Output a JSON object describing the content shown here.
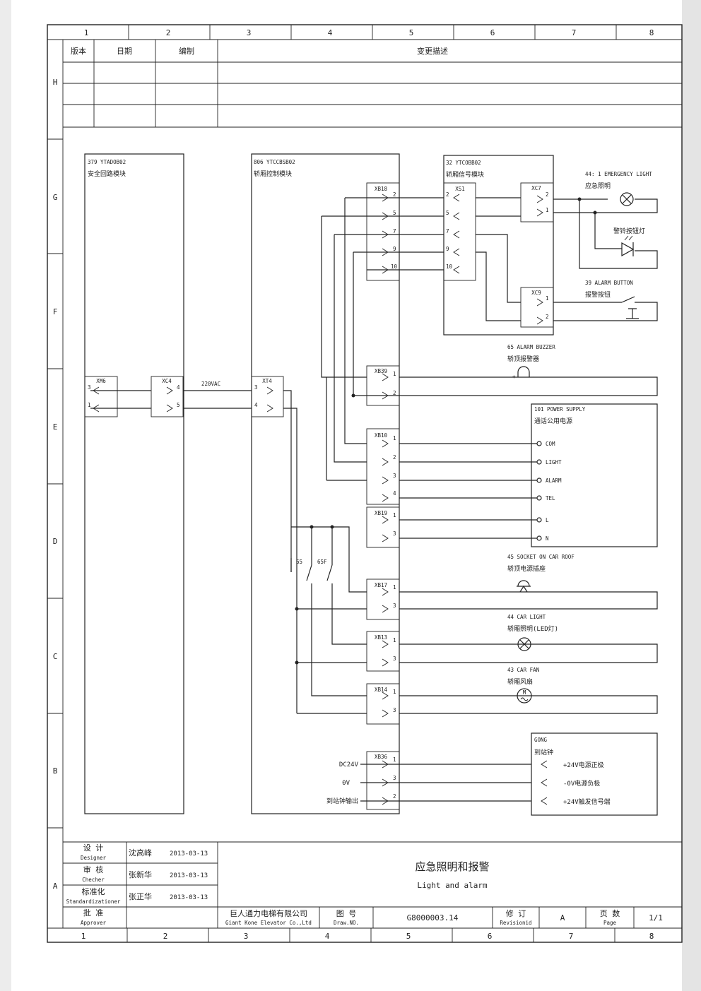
{
  "top_columns": [
    "1",
    "2",
    "3",
    "4",
    "5",
    "6",
    "7",
    "8"
  ],
  "bottom_columns": [
    "1",
    "2",
    "3",
    "4",
    "5",
    "6",
    "7",
    "8"
  ],
  "rows": [
    "H",
    "G",
    "F",
    "E",
    "D",
    "C",
    "B",
    "A"
  ],
  "revision_table": {
    "headers": {
      "version": "版本",
      "date": "日期",
      "author": "编制",
      "description": "变更描述"
    }
  },
  "modules": {
    "safety": {
      "id": "379 YTADOB02",
      "name": "安全回路模块"
    },
    "car_control": {
      "id": "806 YTCCBSB02",
      "name": "轿厢控制模块"
    },
    "car_signal": {
      "id": "32 YTCOBB02",
      "name": "轿厢信号模块"
    }
  },
  "connectors": {
    "xm6": "XM6",
    "xc4": "XC4",
    "xt4": "XT4",
    "xb18": "XB18",
    "xs1": "XS1",
    "xc7": "XC7",
    "xc9": "XC9",
    "xb39": "XB39",
    "xb10": "XB10",
    "xb19": "XB19",
    "xb17": "XB17",
    "xb13": "XB13",
    "xb14": "XB14",
    "xb36": "XB36"
  },
  "pins": {
    "xm6": [
      "3",
      "1"
    ],
    "xc4": [
      "4",
      "5"
    ],
    "xt4": [
      "3",
      "4"
    ],
    "xb18": [
      "2",
      "5",
      "7",
      "9",
      "10"
    ],
    "xs1": [
      "2",
      "5",
      "7",
      "9",
      "10"
    ],
    "xc7": [
      "2",
      "1"
    ],
    "xc9": [
      "1",
      "2"
    ],
    "xb39": [
      "1",
      "2"
    ],
    "xb10": [
      "1",
      "2",
      "3",
      "4"
    ],
    "xb19": [
      "1",
      "3"
    ],
    "xb17": [
      "1",
      "3"
    ],
    "xb13": [
      "1",
      "3"
    ],
    "xb14": [
      "1",
      "3"
    ],
    "xb36": [
      "1",
      "3",
      "2"
    ]
  },
  "voltage_label": "220VAC",
  "devices": {
    "emergency_light": {
      "id": "44: 1 EMERGENCY LIGHT",
      "name": "应急照明"
    },
    "alarm_button_light": {
      "name": "警铃按钮灯"
    },
    "alarm_button": {
      "id": "39 ALARM BUTTON",
      "name": "报警按钮"
    },
    "alarm_buzzer": {
      "id": "65 ALARM BUZZER",
      "name": "轿顶报警器"
    },
    "power_supply": {
      "id": "101 POWER SUPPLY",
      "name": "通话公用电源",
      "terminals": [
        "COM",
        "LIGHT",
        "ALARM",
        "TEL",
        "L",
        "N"
      ]
    },
    "socket": {
      "id": "45 SOCKET ON CAR ROOF",
      "name": "轿顶电源插座"
    },
    "car_light": {
      "id": "44 CAR LIGHT",
      "name": "轿厢照明(LED灯)"
    },
    "car_fan": {
      "id": "43 CAR FAN",
      "name": "轿厢风扇"
    },
    "gong": {
      "id": "GONG",
      "name": "到站钟",
      "inputs": [
        "+24V电源正极",
        "-0V电源负极",
        "+24V触发信号端"
      ]
    }
  },
  "switches": {
    "s65": "65",
    "s65f": "65F"
  },
  "gong_outputs": [
    "DC24V",
    "0V",
    "到站钟输出"
  ],
  "title_block": {
    "rows": [
      {
        "cn": "设 计",
        "en": "Designer",
        "name": "沈高峰",
        "date": "2013-03-13"
      },
      {
        "cn": "审 核",
        "en": "Checher",
        "name": "张新华",
        "date": "2013-03-13"
      },
      {
        "cn": "标准化",
        "en": "Standardizationer",
        "name": "张正华",
        "date": "2013-03-13"
      },
      {
        "cn": "批 准",
        "en": "Approver",
        "name": "",
        "date": ""
      }
    ],
    "title_cn": "应急照明和报警",
    "title_en": "Light and alarm",
    "company_cn": "巨人通力电梯有限公司",
    "company_en": "Giant Kone Elevator Co.,Ltd",
    "drawno_cn": "图 号",
    "drawno_en": "Draw.NO.",
    "drawing_number": "G8000003.14",
    "revision_cn": "修 订",
    "revision_en": "Revisionid",
    "revision_value": "A",
    "page_cn": "页 数",
    "page_en": "Page",
    "page_value": "1/1"
  }
}
